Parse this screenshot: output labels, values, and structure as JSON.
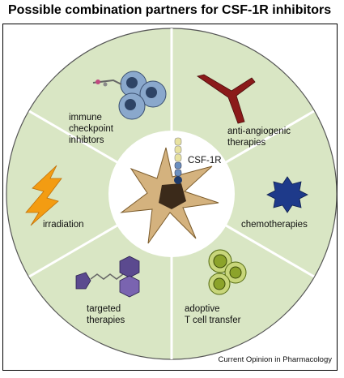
{
  "title": "Possible combination partners for CSF-1R inhibitors",
  "center": {
    "receptor_label": "CSF-1R"
  },
  "segments": {
    "immune_checkpoint": [
      "immune",
      "checkpoint",
      "inhibtors"
    ],
    "anti_angiogenic": [
      "anti-angiogenic",
      "therapies"
    ],
    "irradiation": [
      "irradiation"
    ],
    "chemotherapies": [
      "chemotherapies"
    ],
    "targeted": [
      "targeted",
      "therapies"
    ],
    "adoptive": [
      "adoptive",
      "T cell transfer"
    ]
  },
  "credit": "Current Opinion in Pharmacology",
  "colors": {
    "segment_fill": "#d9e6c4",
    "divider": "#ffffff",
    "macrophage": "#d4b27e",
    "nucleus": "#3b2a1a",
    "tcell": "#8aa8cc",
    "chemo": "#1e3a8a",
    "vessel": "#8b1a1a",
    "bolt": "#f39c12",
    "adoptive_cell": "#8ca32a"
  }
}
